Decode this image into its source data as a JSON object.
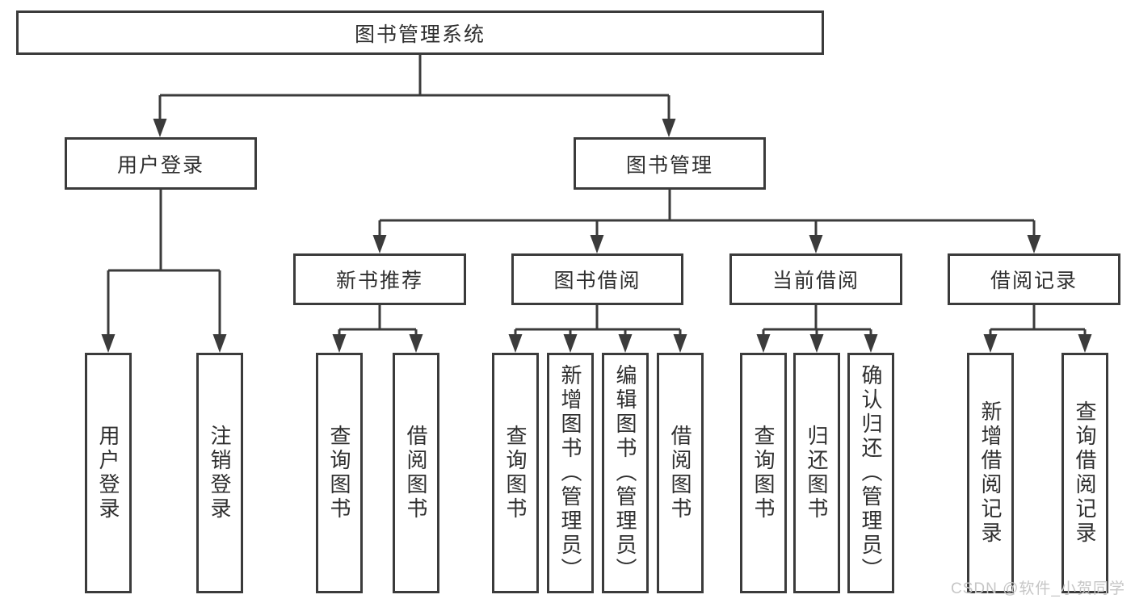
{
  "colors": {
    "line": "#3b3b3b",
    "text": "#2f2f2f",
    "background": "#ffffff",
    "watermark": "#c6c6c6"
  },
  "root": {
    "label": "图书管理系统"
  },
  "level1": {
    "user_login": "用户登录",
    "book_mgmt": "图书管理"
  },
  "level2": {
    "new_book_rec": "新书推荐",
    "book_borrow": "图书借阅",
    "current_borrow": "当前借阅",
    "borrow_record": "借阅记录"
  },
  "leaves": {
    "user_login": "用户登录",
    "logout_login": "注销登录",
    "nb_query_book": "查询图书",
    "nb_borrow_book": "借阅图书",
    "bb_query_book": "查询图书",
    "bb_add_book_admin": "新增图书（管理员）",
    "bb_edit_book_admin": "编辑图书（管理员）",
    "bb_borrow_book": "借阅图书",
    "cb_query_book": "查询图书",
    "cb_return_book": "归还图书",
    "cb_confirm_return_admin": "确认归还（管理员）",
    "br_add_record": "新增借阅记录",
    "br_query_record": "查询借阅记录"
  },
  "watermark": "CSDN @软件_小贺同学"
}
